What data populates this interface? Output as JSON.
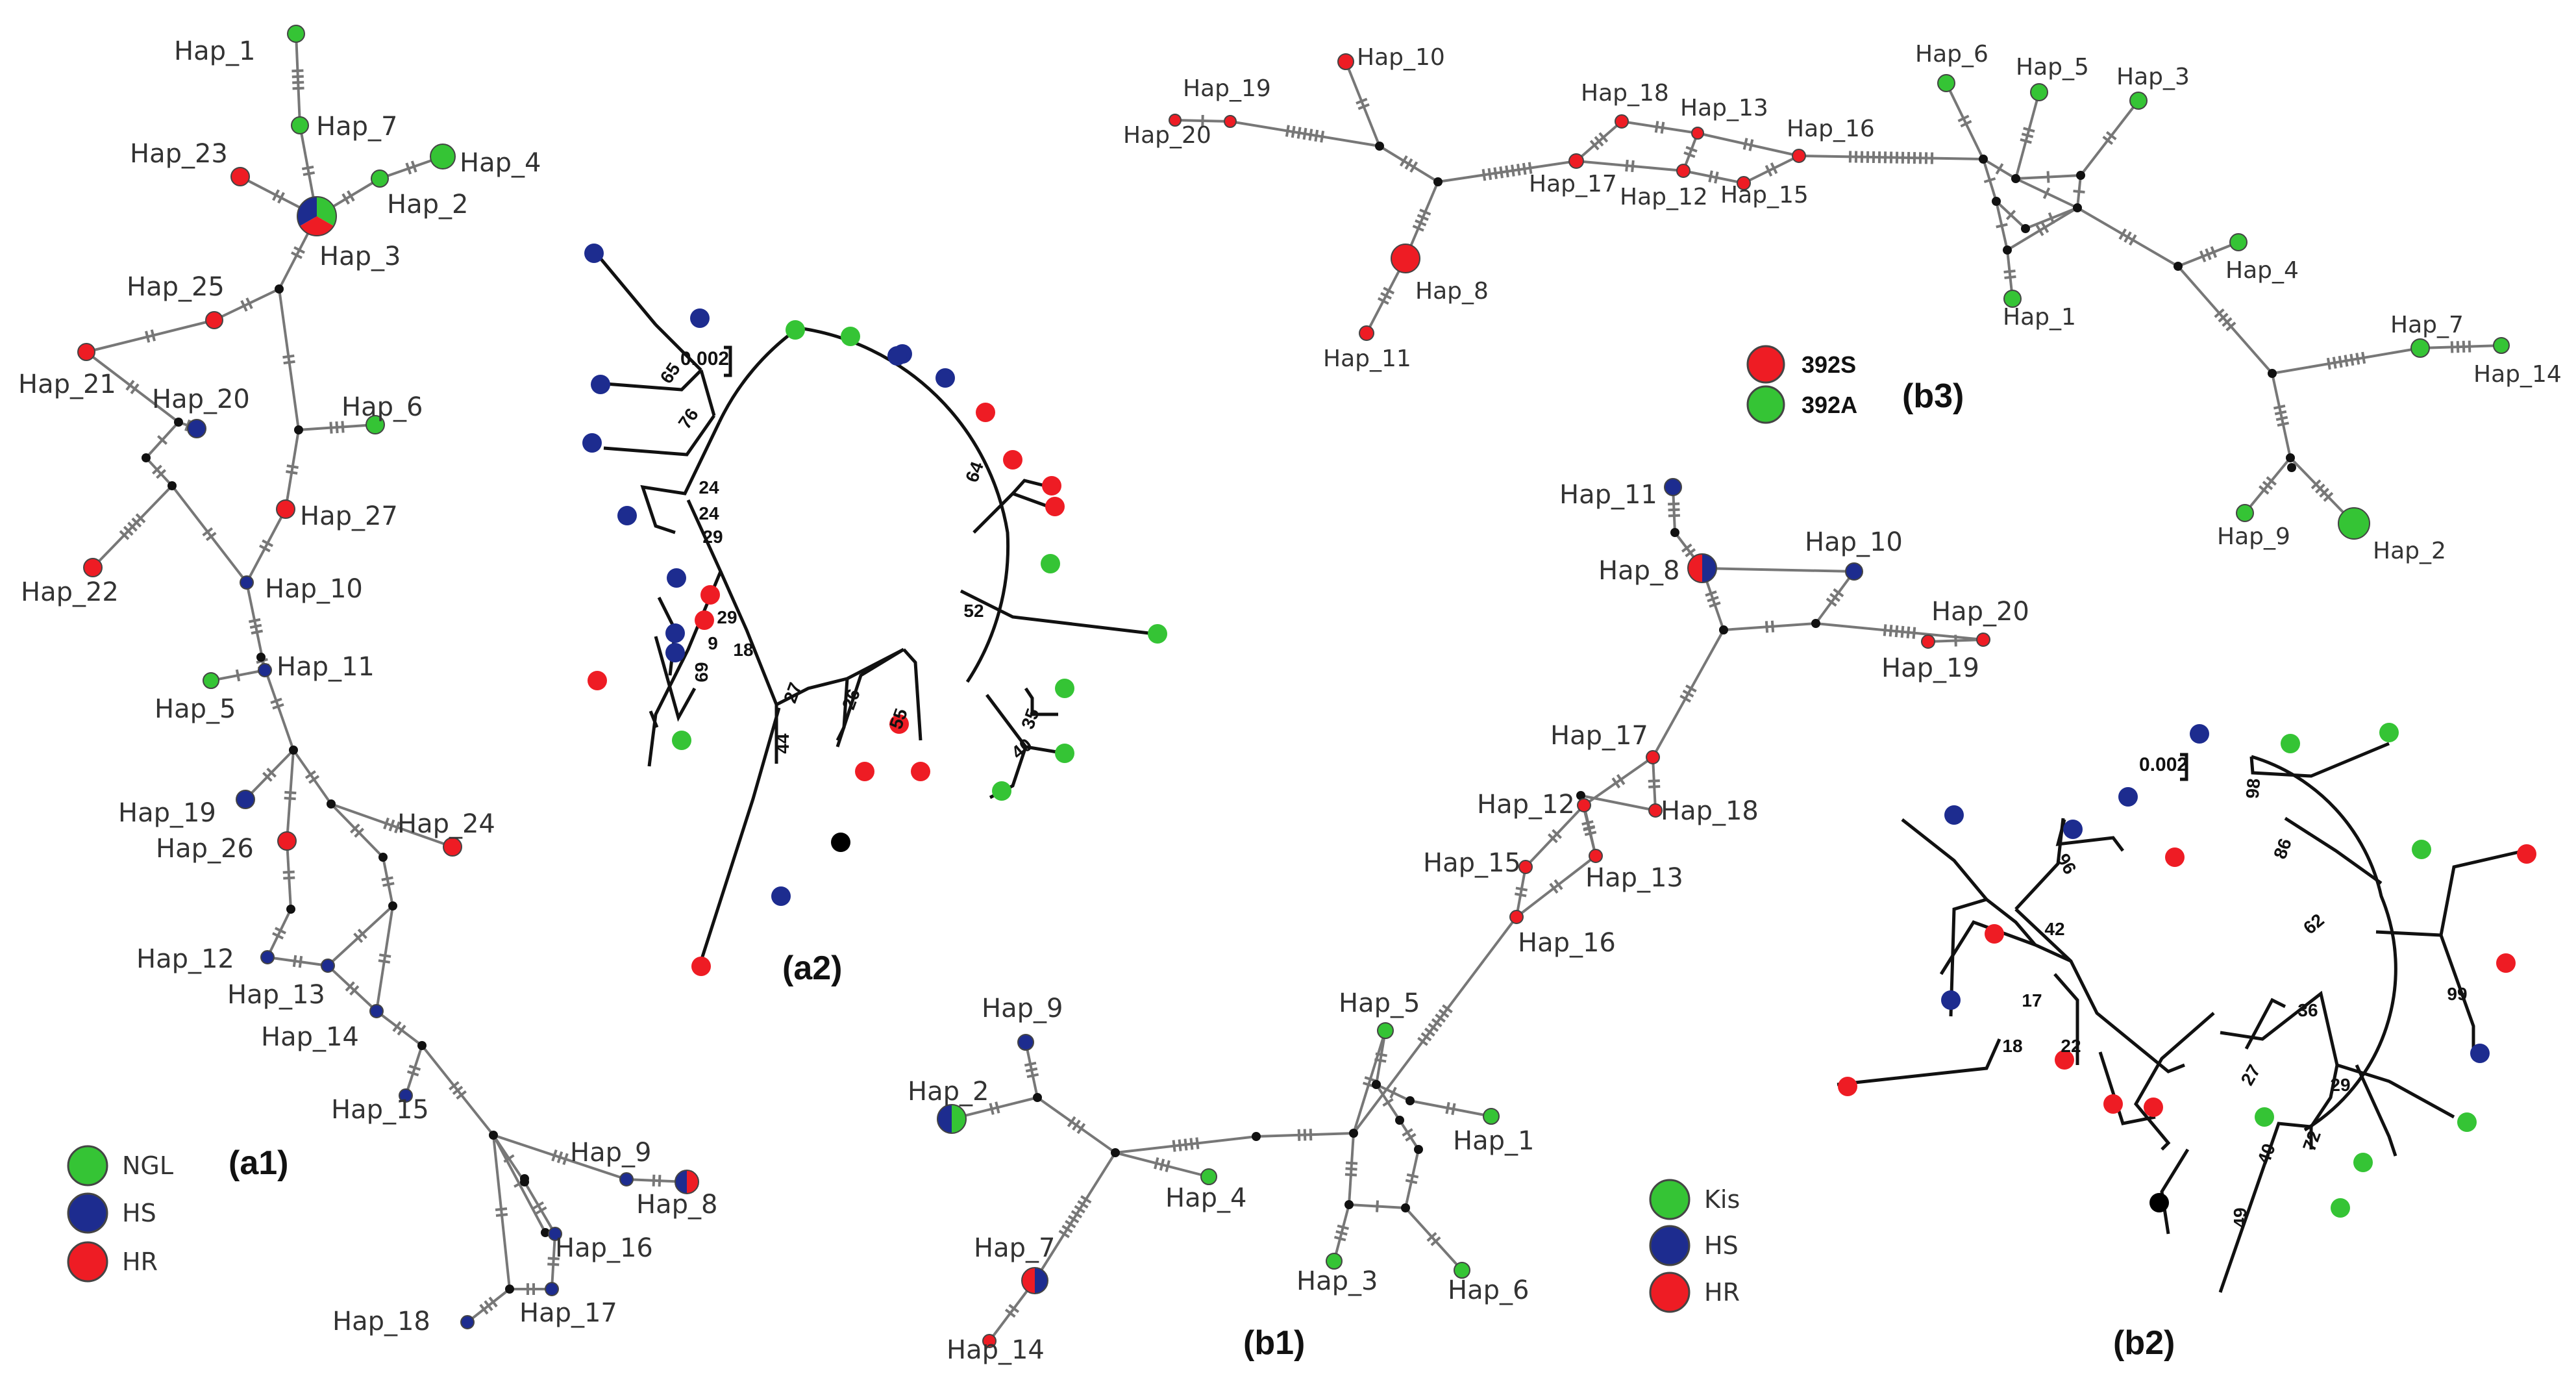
{
  "colors": {
    "green": "#35c435",
    "blue": "#1d2c8f",
    "red": "#ee1c24",
    "black": "#000000"
  },
  "panels": {
    "a1": "(a1)",
    "a2": "(a2)",
    "b1": "(b1)",
    "b2": "(b2)",
    "b3": "(b3)"
  },
  "legends": {
    "a1": [
      {
        "label": "NGL",
        "color": "green"
      },
      {
        "label": "HS",
        "color": "blue"
      },
      {
        "label": "HR",
        "color": "red"
      }
    ],
    "b1": [
      {
        "label": "Kis",
        "color": "green"
      },
      {
        "label": "HS",
        "color": "blue"
      },
      {
        "label": "HR",
        "color": "red"
      }
    ],
    "b3": [
      {
        "label": "392S",
        "color": "red"
      },
      {
        "label": "392A",
        "color": "green"
      }
    ]
  },
  "scale_labels": {
    "a2": "0.002",
    "b2": "0.002"
  },
  "a1": {
    "haplotypes": [
      {
        "id": "Hap_1",
        "colors": [
          "green"
        ]
      },
      {
        "id": "Hap_7",
        "colors": [
          "green"
        ]
      },
      {
        "id": "Hap_4",
        "colors": [
          "green"
        ]
      },
      {
        "id": "Hap_23",
        "colors": [
          "red"
        ]
      },
      {
        "id": "Hap_2",
        "colors": [
          "green"
        ]
      },
      {
        "id": "Hap_3",
        "colors": [
          "green",
          "red",
          "blue"
        ]
      },
      {
        "id": "Hap_25",
        "colors": [
          "red"
        ]
      },
      {
        "id": "Hap_21",
        "colors": [
          "red"
        ]
      },
      {
        "id": "Hap_20",
        "colors": [
          "blue"
        ]
      },
      {
        "id": "Hap_6",
        "colors": [
          "green"
        ]
      },
      {
        "id": "Hap_27",
        "colors": [
          "red"
        ]
      },
      {
        "id": "Hap_22",
        "colors": [
          "red"
        ]
      },
      {
        "id": "Hap_10",
        "colors": [
          "blue"
        ]
      },
      {
        "id": "Hap_11",
        "colors": [
          "blue"
        ]
      },
      {
        "id": "Hap_5",
        "colors": [
          "green"
        ]
      },
      {
        "id": "Hap_19",
        "colors": [
          "blue"
        ]
      },
      {
        "id": "Hap_24",
        "colors": [
          "red"
        ]
      },
      {
        "id": "Hap_26",
        "colors": [
          "red"
        ]
      },
      {
        "id": "Hap_12",
        "colors": [
          "blue"
        ]
      },
      {
        "id": "Hap_13",
        "colors": [
          "blue"
        ]
      },
      {
        "id": "Hap_14",
        "colors": [
          "blue"
        ]
      },
      {
        "id": "Hap_15",
        "colors": [
          "blue"
        ]
      },
      {
        "id": "Hap_9",
        "colors": [
          "blue"
        ]
      },
      {
        "id": "Hap_8",
        "colors": [
          "red",
          "blue"
        ]
      },
      {
        "id": "Hap_16",
        "colors": [
          "blue"
        ]
      },
      {
        "id": "Hap_17",
        "colors": [
          "blue"
        ]
      },
      {
        "id": "Hap_18",
        "colors": [
          "blue"
        ]
      }
    ]
  },
  "b1": {
    "haplotypes": [
      {
        "id": "Hap_11",
        "colors": [
          "blue"
        ]
      },
      {
        "id": "Hap_10",
        "colors": [
          "blue"
        ]
      },
      {
        "id": "Hap_8",
        "colors": [
          "blue",
          "red"
        ]
      },
      {
        "id": "Hap_20",
        "colors": [
          "red"
        ]
      },
      {
        "id": "Hap_19",
        "colors": [
          "red"
        ]
      },
      {
        "id": "Hap_17",
        "colors": [
          "red"
        ]
      },
      {
        "id": "Hap_12",
        "colors": [
          "red"
        ]
      },
      {
        "id": "Hap_18",
        "colors": [
          "red"
        ]
      },
      {
        "id": "Hap_15",
        "colors": [
          "red"
        ]
      },
      {
        "id": "Hap_13",
        "colors": [
          "red"
        ]
      },
      {
        "id": "Hap_16",
        "colors": [
          "red"
        ]
      },
      {
        "id": "Hap_5",
        "colors": [
          "green"
        ]
      },
      {
        "id": "Hap_9",
        "colors": [
          "blue"
        ]
      },
      {
        "id": "Hap_2",
        "colors": [
          "green",
          "blue"
        ]
      },
      {
        "id": "Hap_1",
        "colors": [
          "green"
        ]
      },
      {
        "id": "Hap_4",
        "colors": [
          "green"
        ]
      },
      {
        "id": "Hap_7",
        "colors": [
          "blue",
          "red"
        ]
      },
      {
        "id": "Hap_3",
        "colors": [
          "green"
        ]
      },
      {
        "id": "Hap_6",
        "colors": [
          "green"
        ]
      },
      {
        "id": "Hap_14",
        "colors": [
          "red"
        ]
      }
    ]
  },
  "b3": {
    "haplotypes": [
      {
        "id": "Hap_10",
        "colors": [
          "red"
        ]
      },
      {
        "id": "Hap_19",
        "colors": [
          "red"
        ]
      },
      {
        "id": "Hap_20",
        "colors": [
          "red"
        ]
      },
      {
        "id": "Hap_18",
        "colors": [
          "red"
        ]
      },
      {
        "id": "Hap_13",
        "colors": [
          "red"
        ]
      },
      {
        "id": "Hap_16",
        "colors": [
          "red"
        ]
      },
      {
        "id": "Hap_17",
        "colors": [
          "red"
        ]
      },
      {
        "id": "Hap_12",
        "colors": [
          "red"
        ]
      },
      {
        "id": "Hap_15",
        "colors": [
          "red"
        ]
      },
      {
        "id": "Hap_8",
        "colors": [
          "red"
        ]
      },
      {
        "id": "Hap_11",
        "colors": [
          "red"
        ]
      },
      {
        "id": "Hap_6",
        "colors": [
          "green"
        ]
      },
      {
        "id": "Hap_5",
        "colors": [
          "green"
        ]
      },
      {
        "id": "Hap_3",
        "colors": [
          "green"
        ]
      },
      {
        "id": "Hap_1",
        "colors": [
          "green"
        ]
      },
      {
        "id": "Hap_4",
        "colors": [
          "green"
        ]
      },
      {
        "id": "Hap_7",
        "colors": [
          "green"
        ]
      },
      {
        "id": "Hap_14",
        "colors": [
          "green"
        ]
      },
      {
        "id": "Hap_9",
        "colors": [
          "green"
        ]
      },
      {
        "id": "Hap_2",
        "colors": [
          "green"
        ]
      }
    ]
  },
  "a2": {
    "bootstrap": [
      "65",
      "76",
      "24",
      "24",
      "29",
      "29",
      "9",
      "18",
      "69",
      "27",
      "26",
      "44",
      "55",
      "52",
      "64",
      "35",
      "40"
    ],
    "tips": [
      "blue",
      "blue",
      "blue",
      "blue",
      "red",
      "blue",
      "red",
      "blue",
      "blue",
      "green",
      "red",
      "blue",
      "blue",
      "red",
      "green",
      "green",
      "blue",
      "blue",
      "red",
      "red",
      "red",
      "red",
      "green",
      "green",
      "green",
      "green",
      "green",
      "black",
      "red",
      "red",
      "blue",
      "red"
    ]
  },
  "b2": {
    "bootstrap": [
      "98",
      "86",
      "96",
      "42",
      "62",
      "17",
      "22",
      "18",
      "36",
      "99",
      "27",
      "29",
      "72",
      "40",
      "49"
    ],
    "tips": [
      "blue",
      "green",
      "green",
      "blue",
      "blue",
      "blue",
      "red",
      "blue",
      "red",
      "red",
      "red",
      "red",
      "red",
      "red",
      "blue",
      "red",
      "green",
      "green",
      "green",
      "green",
      "green",
      "black"
    ]
  }
}
